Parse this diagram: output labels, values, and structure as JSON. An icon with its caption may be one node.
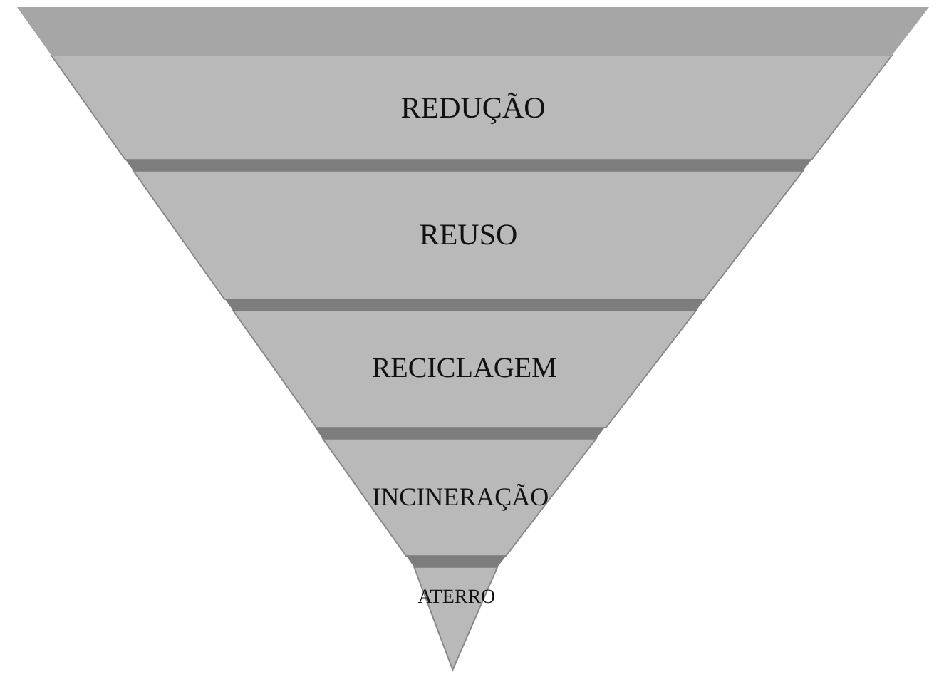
{
  "diagram": {
    "nodes": [
      {
        "text": [
          "REDUÇÃO"
        ]
      },
      {
        "text": [
          "REUSO"
        ]
      },
      {
        "text": [
          "RECICLAGEM"
        ]
      },
      {
        "text": [
          "INCINERAÇÃO"
        ]
      },
      {
        "text": [
          "ATERRO"
        ]
      }
    ]
  }
}
